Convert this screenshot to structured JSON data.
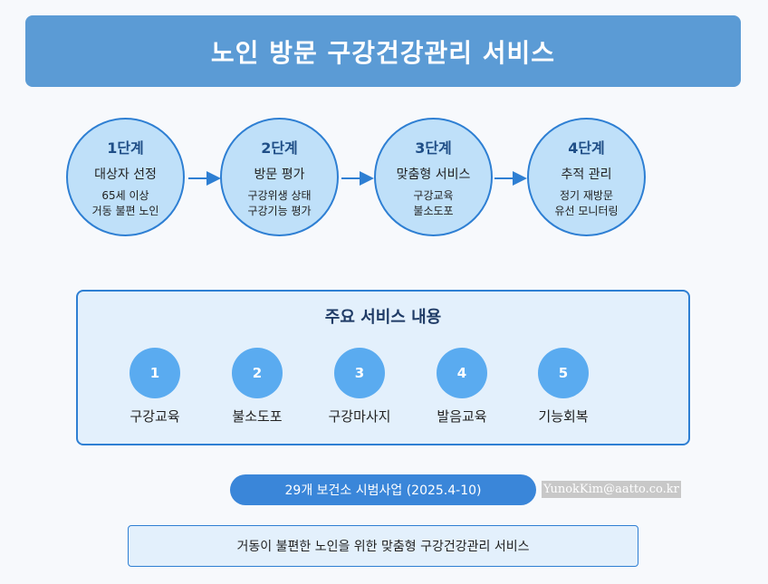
{
  "title": "노인 방문 구강건강관리 서비스",
  "stages": [
    {
      "num": "1단계",
      "name": "대상자 선정",
      "d1": "65세 이상",
      "d2": "거동 불편 노인"
    },
    {
      "num": "2단계",
      "name": "방문 평가",
      "d1": "구강위생 상태",
      "d2": "구강기능 평가"
    },
    {
      "num": "3단계",
      "name": "맞춤형 서비스",
      "d1": "구강교육",
      "d2": "불소도포"
    },
    {
      "num": "4단계",
      "name": "추적 관리",
      "d1": "정기 재방문",
      "d2": "유선 모니터링"
    }
  ],
  "services": {
    "heading": "주요 서비스 내용",
    "items": [
      {
        "n": "1",
        "label": "구강교육"
      },
      {
        "n": "2",
        "label": "불소도포"
      },
      {
        "n": "3",
        "label": "구강마사지"
      },
      {
        "n": "4",
        "label": "발음교육"
      },
      {
        "n": "5",
        "label": "기능회복"
      }
    ]
  },
  "pilot": "29개 보건소 시범사업 (2025.4-10)",
  "email": "YunokKim@aatto.co.kr",
  "footer": "거동이 불편한 노인을 위한 맞춤형 구강건강관리 서비스",
  "colors": {
    "title_bg": "#5b9bd5",
    "stage_fill": "#bfe0f9",
    "stroke": "#2e7fd3",
    "service_circle": "#5aabf0",
    "pill": "#3a86d9"
  }
}
